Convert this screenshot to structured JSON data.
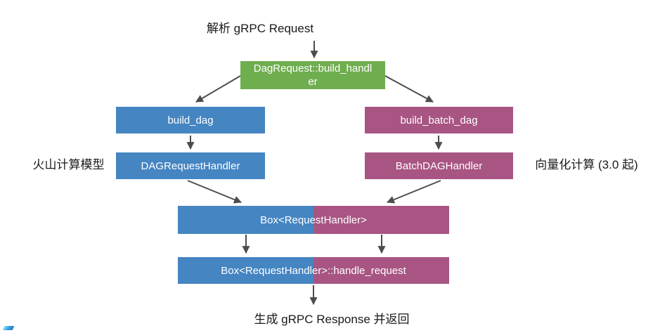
{
  "diagram": {
    "top_label": "解析 gRPC Request",
    "bottom_label": "生成 gRPC Response 并返回",
    "left_annotation": "火山计算模型",
    "right_annotation": "向量化计算 (3.0 起)",
    "colors": {
      "green": "#6fae4f",
      "blue": "#4585c2",
      "pink": "#a85583",
      "arrow": "#4d4d4d"
    },
    "nodes": {
      "build_handler": {
        "label": "DagRequest::build_handler",
        "lines": [
          "DagRequest::build_handl",
          "er"
        ]
      },
      "build_dag": {
        "label": "build_dag"
      },
      "build_batch_dag": {
        "label": "build_batch_dag"
      },
      "dag_request_handler": {
        "label": "DAGRequestHandler"
      },
      "batch_dag_handler": {
        "label": "BatchDAGHandler"
      },
      "box_request_handler": {
        "label": "Box<RequestHandler>"
      },
      "box_handle_request": {
        "label": "Box<RequestHandler>::handle_request"
      }
    }
  }
}
